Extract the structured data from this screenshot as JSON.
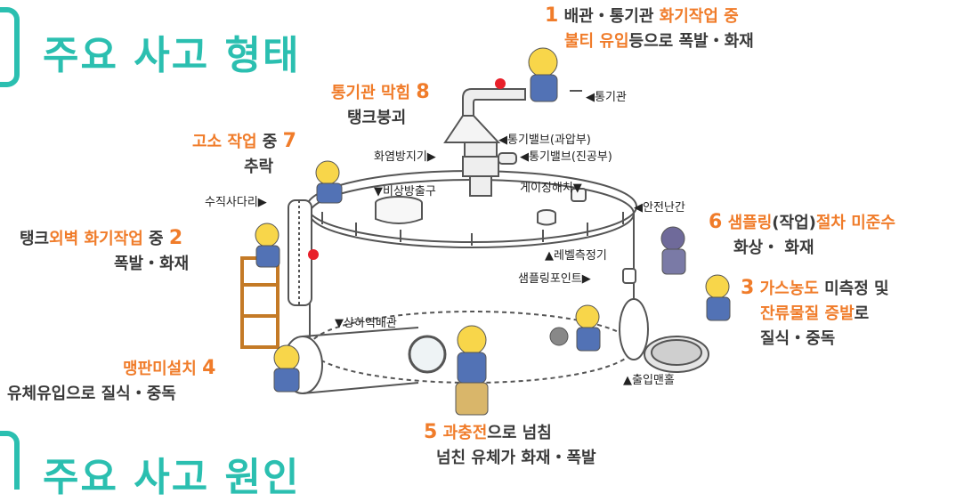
{
  "headings": {
    "top": "주요 사고 형태",
    "bottom": "주요 사고 원인"
  },
  "callouts": {
    "c1": {
      "num": "1",
      "line1_a": "배관・통기관 ",
      "line1_b": "화기작업 중",
      "line2_a": "불티 유입",
      "line2_b": "등으로 폭발・화재"
    },
    "c8": {
      "title": "통기관 막힘",
      "num": "8",
      "desc": "탱크붕괴"
    },
    "c7": {
      "title": "고소 작업",
      "mid": " 중 ",
      "num": "7",
      "desc": "추락"
    },
    "c2": {
      "pre": "탱크",
      "title": "외벽 화기작업",
      "post": " 중 ",
      "num": "2",
      "desc": "폭발・화재"
    },
    "c6": {
      "num": "6",
      "title_a": "샘플링",
      "paren": "(작업)",
      "title_b": "절차 미준수",
      "desc": "화상・ 화재"
    },
    "c3": {
      "num": "3",
      "title_a": "가스농도",
      "post_a": " 미측정 및",
      "title_b": "잔류물질 증발",
      "post_b": "로",
      "desc": "질식・중독"
    },
    "c4": {
      "title": "맹판미설치",
      "num": "4",
      "desc": "유체유입으로 질식・중독"
    },
    "c5": {
      "num": "5",
      "title": "과충전",
      "post": "으로 넘침",
      "desc": "넘친 유체가 화재・폭발"
    }
  },
  "labels": {
    "vent_pipe": "◀통기관",
    "vent_valve_pressure": "◀통기밸브(과압부)",
    "vent_valve_vacuum": "◀통기밸브(진공부)",
    "flame_arrester": "화염방지기▶",
    "emergency_vent": "▼비상방출구",
    "gauging_hatch": "게이징해치▼",
    "safety_rail": "◀안전난간",
    "vertical_ladder": "수직사다리▶",
    "level_gauge": "▲레벨측정기",
    "sampling_point": "샘플링포인트▶",
    "inlet_outlet_pipe": "▼상하역배관",
    "manhole": "▲출입맨홀"
  },
  "colors": {
    "heading": "#2bbfb0",
    "accent": "#f07c2a",
    "text": "#3a3a3a",
    "spark": "#e8202a"
  },
  "icons": [
    "workers-illustration",
    "spark-icon",
    "storage-tank"
  ]
}
